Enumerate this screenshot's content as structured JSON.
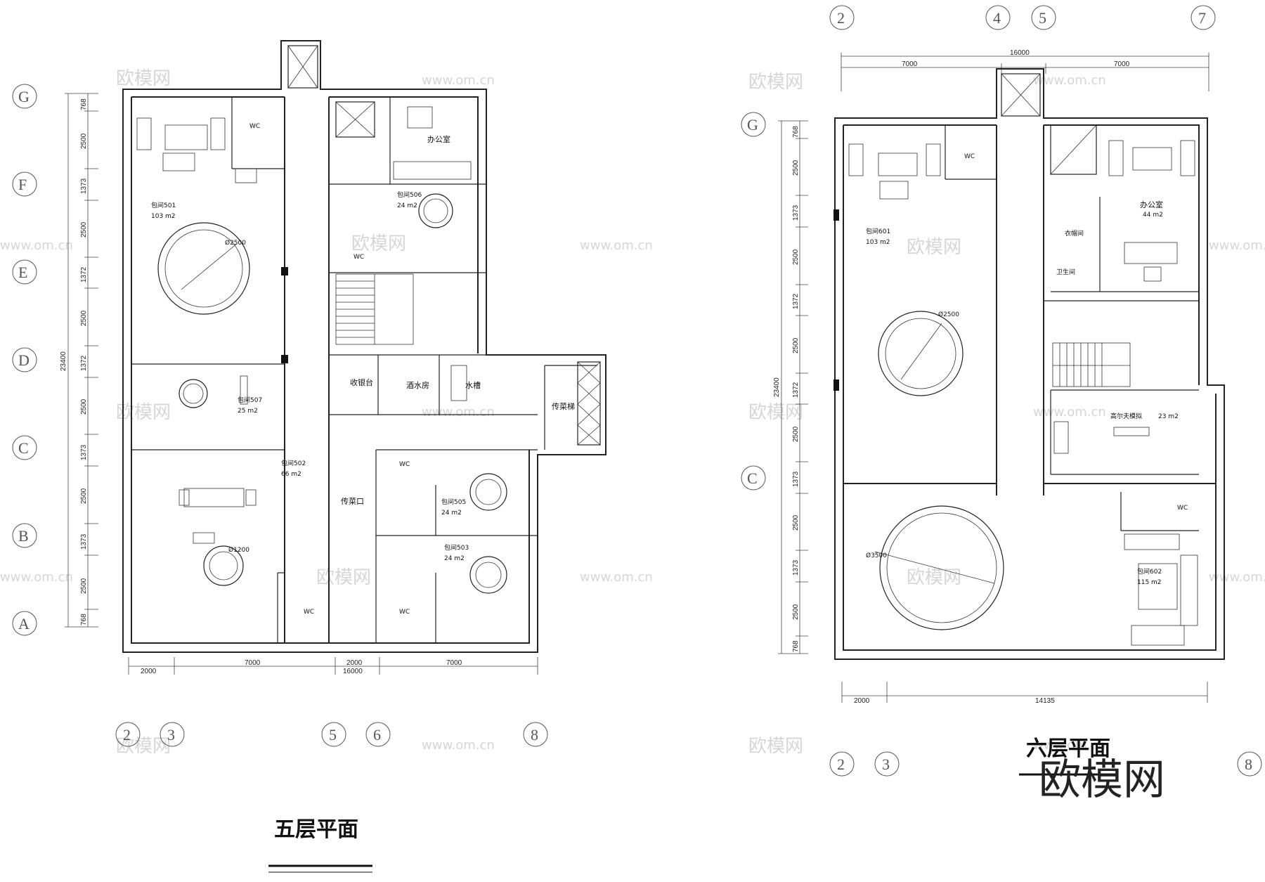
{
  "watermark": {
    "cn": "欧模网",
    "url": "www.om.cn"
  },
  "logo": "欧模网",
  "floor5": {
    "title": "五层平面",
    "rooms": {
      "r501_name": "包间501",
      "r501_area": "103 m2",
      "r506_name": "包间506",
      "r506_area": "24 m2",
      "r507_name": "包间507",
      "r507_area": "25 m2",
      "r502_name": "包间502",
      "r502_area": "66 m2",
      "r505_name": "包间505",
      "r505_area": "24 m2",
      "r503_name": "包间503",
      "r503_area": "24 m2",
      "office": "办公室",
      "cashier": "收银台",
      "bar": "酒水房",
      "sink": "水槽",
      "dumbwaiter": "传菜梯",
      "servewin": "传菜口",
      "wc": "WC",
      "dia501": "Ø2500",
      "dia502": "Ø1200"
    },
    "dims_bottom": [
      "2000",
      "7000",
      "2000",
      "7000"
    ],
    "dim_total": "16000",
    "dims_left": [
      "768",
      "2500",
      "1373",
      "2500",
      "1372",
      "2500",
      "1372",
      "2500",
      "1373",
      "2500",
      "1373",
      "2500",
      "768"
    ],
    "dim_left_total": "23400",
    "axes_left": [
      "G",
      "F",
      "E",
      "D",
      "C",
      "B",
      "A"
    ],
    "axes_bottom": [
      "2",
      "3",
      "5",
      "6",
      "8"
    ]
  },
  "floor6": {
    "title": "六层平面",
    "rooms": {
      "r601_name": "包间601",
      "r601_area": "103 m2",
      "r602_name": "包间602",
      "r602_area": "115 m2",
      "office": "办公室",
      "office_area": "44 m2",
      "closet": "衣帽间",
      "bath": "卫生间",
      "golf": "高尔夫模拟",
      "golf_area": "23 m2",
      "wc": "WC",
      "dia601": "Ø2500",
      "dia602": "Ø3500"
    },
    "dims_top": [
      "7000",
      "16000",
      "7000"
    ],
    "dims_bottom": [
      "2000",
      "14135"
    ],
    "dims_left": [
      "768",
      "2500",
      "1373",
      "2500",
      "1372",
      "2500",
      "1372",
      "2500",
      "1373",
      "2500",
      "1373",
      "2500",
      "768"
    ],
    "dim_left_total": "23400",
    "axes_left": [
      "G",
      "C"
    ],
    "axes_top": [
      "2",
      "4",
      "5",
      "7"
    ],
    "axes_bottom": [
      "2",
      "3",
      "8"
    ]
  }
}
